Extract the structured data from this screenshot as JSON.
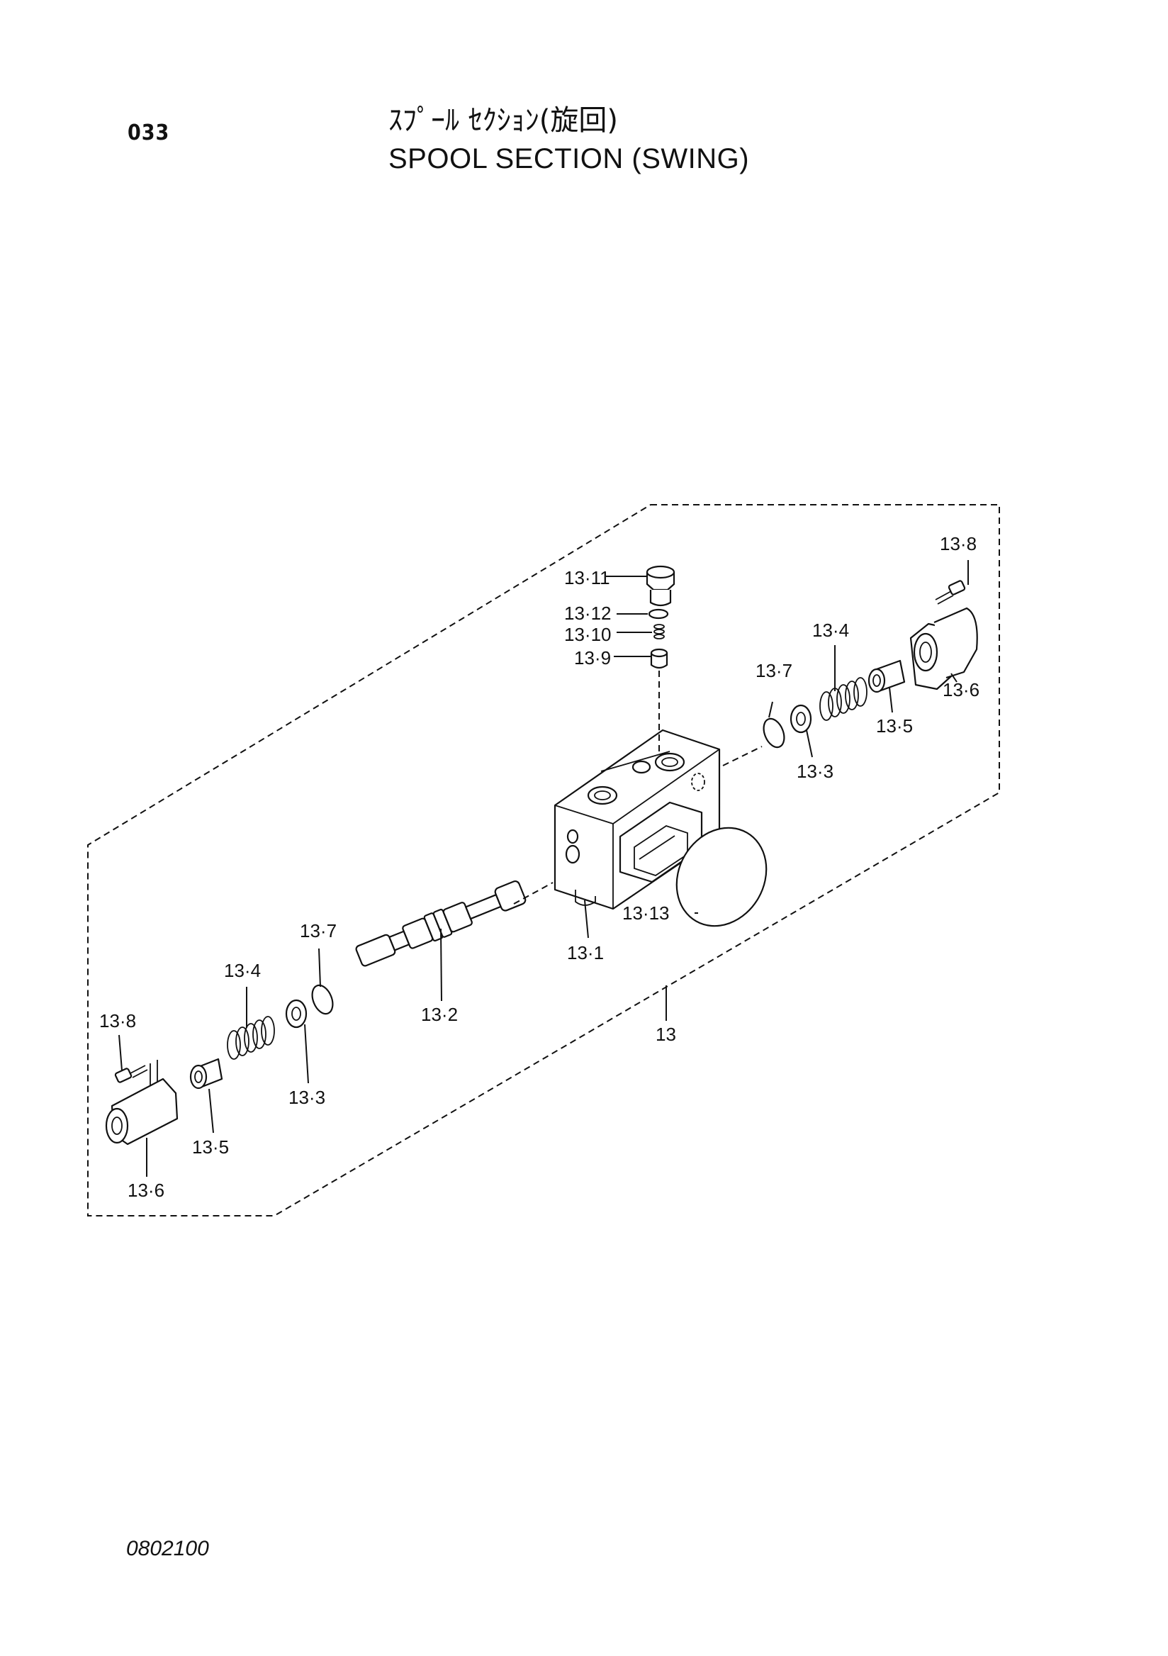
{
  "header": {
    "page_number": "033",
    "title_jp": "ｽﾌﾟｰﾙ ｾｸｼｮﾝ(旋回)",
    "title_en": "SPOOL SECTION (SWING)"
  },
  "footer": {
    "document_code": "0802100"
  },
  "callouts": {
    "c13": "13",
    "c13_1": "13·1",
    "c13_2": "13·2",
    "c13_3_right": "13·3",
    "c13_3_left": "13·3",
    "c13_4_right": "13·4",
    "c13_4_left": "13·4",
    "c13_5_right": "13·5",
    "c13_5_left": "13·5",
    "c13_6_right": "13·6",
    "c13_6_left": "13·6",
    "c13_7_right": "13·7",
    "c13_7_left": "13·7",
    "c13_8_right": "13·8",
    "c13_8_left": "13·8",
    "c13_9": "13·9",
    "c13_10": "13·10",
    "c13_11": "13·11",
    "c13_12": "13·12",
    "c13_13": "13·13"
  }
}
